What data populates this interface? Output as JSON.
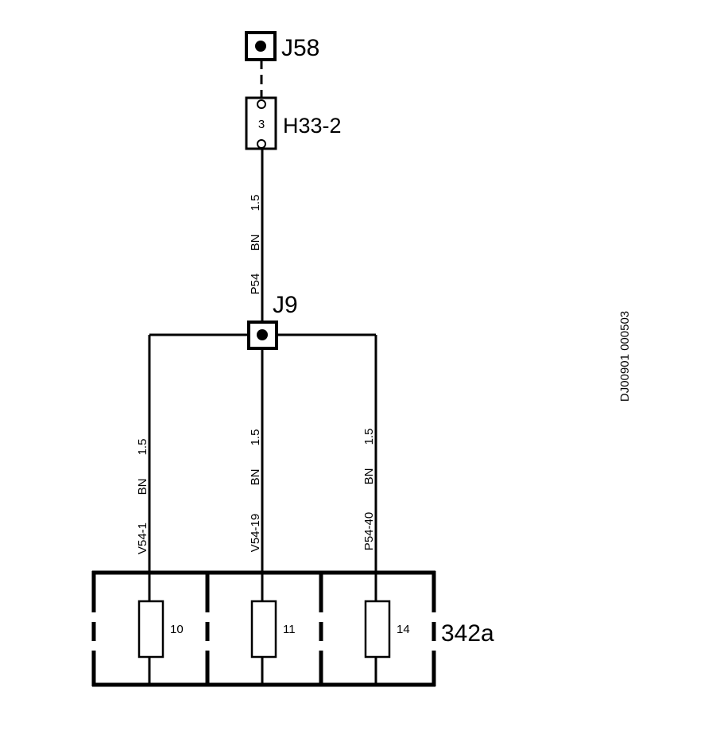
{
  "diagram": {
    "connector_top": {
      "label": "J58"
    },
    "fuse_top": {
      "label": "H33-2",
      "pin": "3"
    },
    "splice": {
      "label": "J9"
    },
    "main_wire": {
      "size": "1.5",
      "color": "BN",
      "circuit": "P54"
    },
    "branches": [
      {
        "size": "1.5",
        "color": "BN",
        "circuit": "V54-1",
        "fuse": "10"
      },
      {
        "size": "1.5",
        "color": "BN",
        "circuit": "V54-19",
        "fuse": "11"
      },
      {
        "size": "1.5",
        "color": "BN",
        "circuit": "P54-40",
        "fuse": "14"
      }
    ],
    "fuse_box": {
      "label": "342a"
    },
    "drawing_code": "DJ00901 000503"
  }
}
